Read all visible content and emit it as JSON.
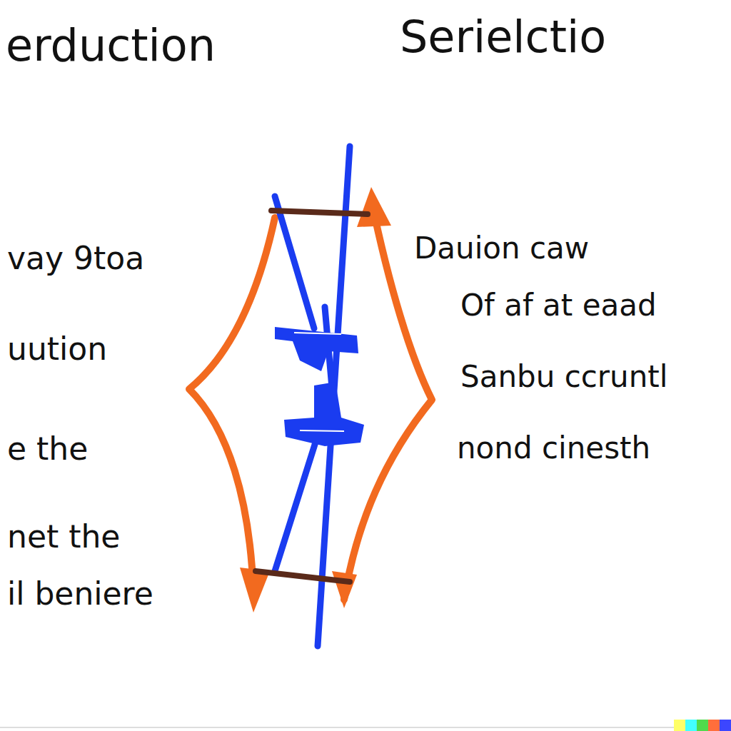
{
  "diagram": {
    "labels": [
      "erduction",
      "Serielctio",
      "vay 9toa",
      "uution",
      "e the",
      "net the",
      "il beniere",
      "Dauion caw",
      "Of af at eaad",
      "Sanbu ccruntl",
      "nond cinesth"
    ]
  }
}
